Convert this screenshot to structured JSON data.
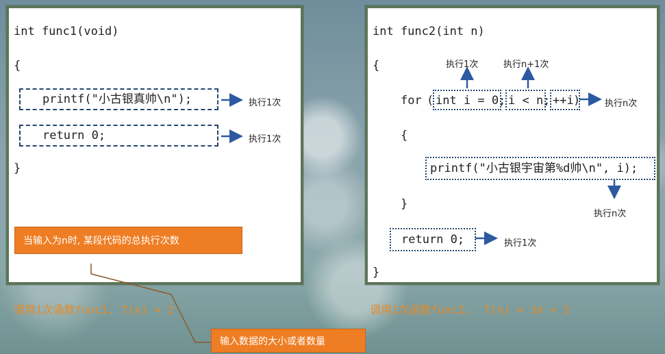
{
  "left_panel": {
    "code_lines": [
      "int func1(void)",
      "{",
      "printf(\"小古银真帅\\n\");",
      "return 0;",
      "}"
    ],
    "notes": [
      "执行1次",
      "执行1次"
    ],
    "callout": "当输入为n时, 某段代码的总执行次数"
  },
  "right_panel": {
    "code_signature": "int func2(int n)",
    "open_brace": "{",
    "for_keyword": "for",
    "for_paren_open": "(",
    "for_init": "int i = 0;",
    "for_cond": "i < n;",
    "for_step": "++i",
    "for_paren_close": ")",
    "inner_open": "{",
    "printf_line": "printf(\"小古银宇宙第%d帅\\n\", i);",
    "inner_close": "}",
    "return_line": "return 0;",
    "close_brace": "}",
    "notes": {
      "init": "执行1次",
      "cond": "执行n+1次",
      "step": "执行n次",
      "printf": "执行n次",
      "return": "执行1次"
    }
  },
  "formulas": {
    "left": "调用1次函数func1, T(n) = 2",
    "right": "调用1次函数func2,  T(n) = 3n + 3"
  },
  "bottom_callout": "输入数据的大小或者数量",
  "colors": {
    "accent_orange": "#ee7d23",
    "formula_orange": "#e58a2a",
    "arrow_blue": "#2c5aa0",
    "panel_border": "#5d7558"
  }
}
